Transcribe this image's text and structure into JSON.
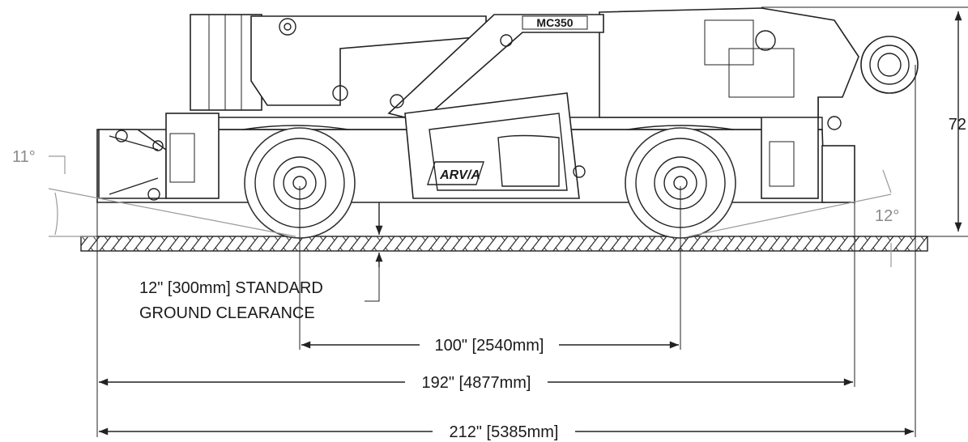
{
  "model_badge": "MC350",
  "brand_logo": "ARV/A",
  "dimensions": {
    "height_label": "72",
    "ground_clearance_line1": "12\" [300mm] STANDARD",
    "ground_clearance_line2": "GROUND CLEARANCE",
    "wheelbase_label": "100\" [2540mm]",
    "length_body_label": "192\" [4877mm]",
    "length_overall_label": "212\" [5385mm]"
  },
  "angles": {
    "approach_label": "11°",
    "departure_label": "12°"
  }
}
